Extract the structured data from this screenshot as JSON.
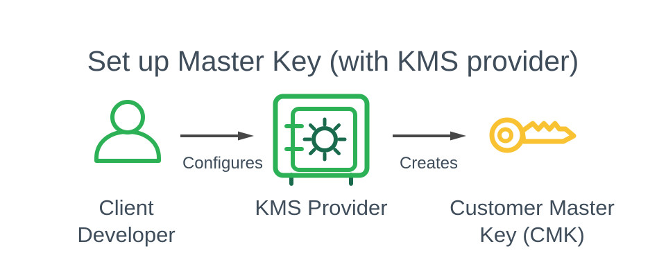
{
  "title": "Set up Master Key (with KMS provider)",
  "nodes": {
    "client": {
      "icon": "person-icon",
      "line1": "Client",
      "line2": "Developer"
    },
    "kms": {
      "icon": "vault-icon",
      "line1": "KMS Provider"
    },
    "cmk": {
      "icon": "key-icon",
      "line1": "Customer Master",
      "line2": "Key (CMK)"
    }
  },
  "edges": {
    "configures": {
      "label": "Configures",
      "from": "client",
      "to": "kms"
    },
    "creates": {
      "label": "Creates",
      "from": "kms",
      "to": "cmk"
    }
  },
  "colors": {
    "green": "#2db157",
    "dark_green": "#1a6b4d",
    "yellow": "#f9c233",
    "text": "#3f4d5b",
    "arrow": "#474747",
    "background": "#ffffff"
  }
}
